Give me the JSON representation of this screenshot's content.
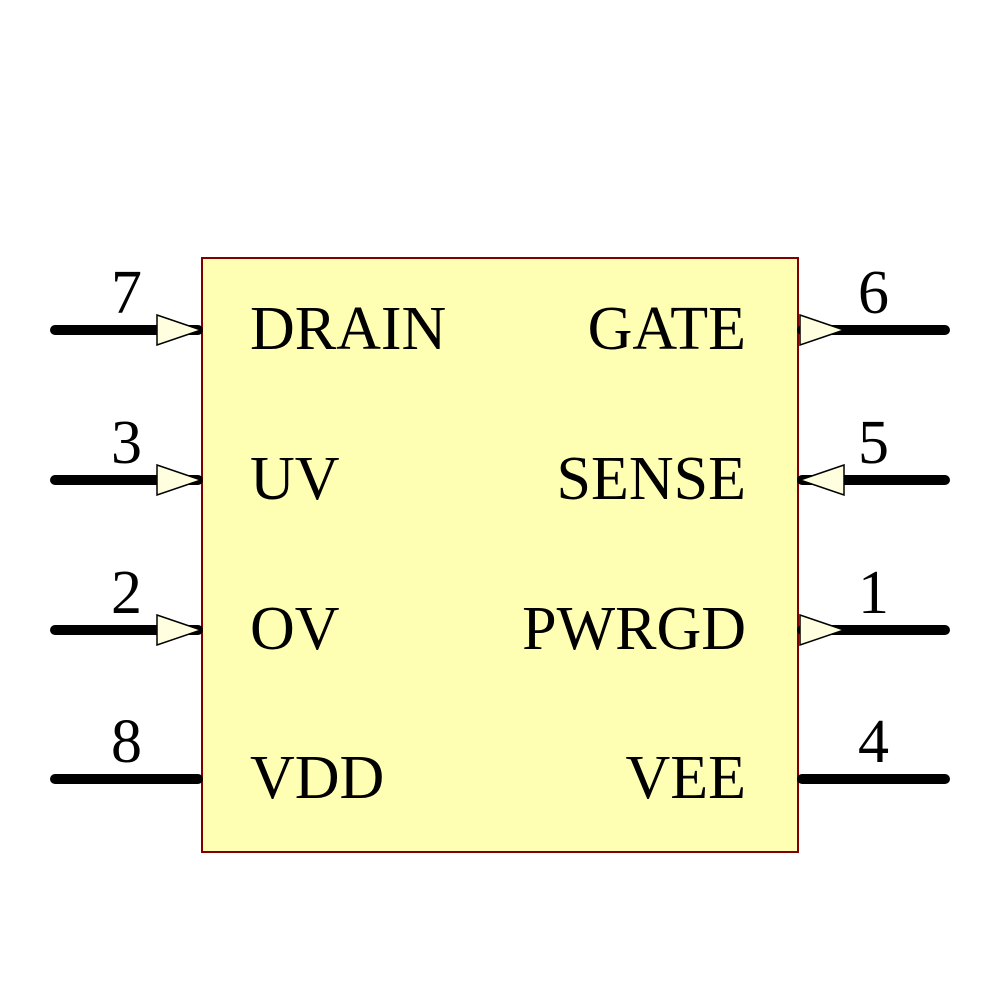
{
  "component": {
    "kind": "ic-schematic-symbol",
    "colors": {
      "body_fill": "#FFFFB3",
      "body_border": "#800000",
      "arrow_fill": "#FFFFE0",
      "wire": "#000000",
      "text": "#000000",
      "background": "#FFFFFF"
    },
    "pins": {
      "left": [
        {
          "number": "7",
          "label": "DRAIN",
          "direction": "input"
        },
        {
          "number": "3",
          "label": "UV",
          "direction": "input"
        },
        {
          "number": "2",
          "label": "OV",
          "direction": "input"
        },
        {
          "number": "8",
          "label": "VDD",
          "direction": "passive"
        }
      ],
      "right": [
        {
          "number": "6",
          "label": "GATE",
          "direction": "output"
        },
        {
          "number": "5",
          "label": "SENSE",
          "direction": "input"
        },
        {
          "number": "1",
          "label": "PWRGD",
          "direction": "output"
        },
        {
          "number": "4",
          "label": "VEE",
          "direction": "passive"
        }
      ]
    }
  }
}
